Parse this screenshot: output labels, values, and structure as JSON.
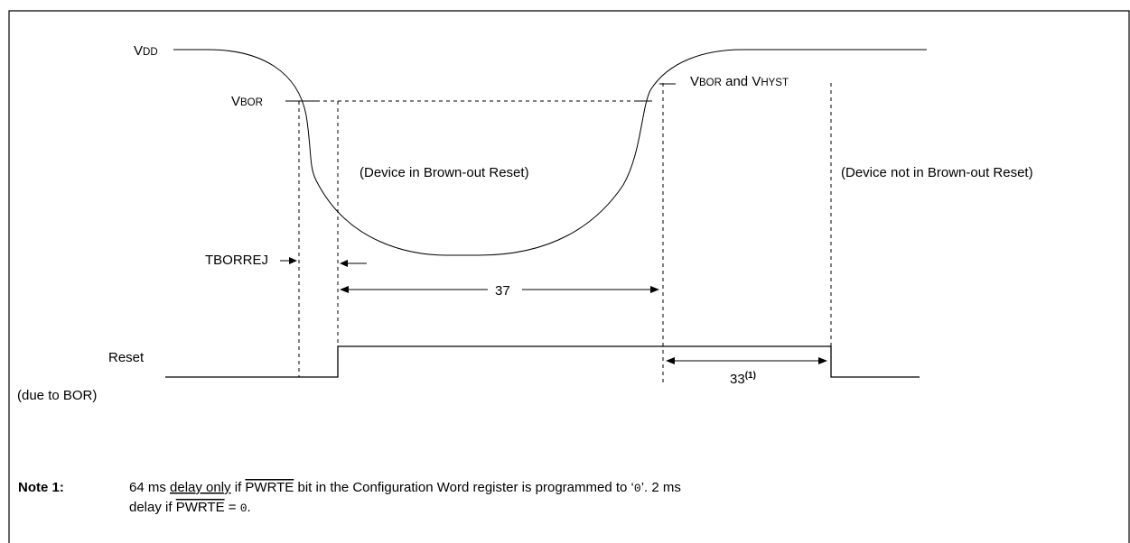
{
  "labels": {
    "vdd_main": "V",
    "vdd_sub": "DD",
    "vbor_main": "V",
    "vbor_sub": "BOR",
    "vbor_hyst_v1": "V",
    "vbor_hyst_sub1": "BOR",
    "vbor_hyst_and": " and ",
    "vbor_hyst_v2": "V",
    "vbor_hyst_sub2": "HYST",
    "device_in_bor": "(Device in Brown-out Reset)",
    "device_not_in_bor": "(Device not in Brown-out Reset)",
    "tborrej": "TBORREJ",
    "interval_37": "37",
    "interval_33": "33",
    "interval_33_note_ref": "(1)",
    "reset": "Reset",
    "due_to_bor": "(due to BOR)"
  },
  "note": {
    "label": "Note 1:",
    "line1_a": "64 ms ",
    "line1_b": "delay only",
    "line1_c": " if ",
    "line1_pwrte": "PWRTE",
    "line1_d": " bit in the Configuration Word register is programmed to ‘",
    "line1_zero": "0",
    "line1_e": "’. 2 ms",
    "line2_a": "delay if ",
    "line2_pwrte": "PWRTE",
    "line2_b": " = ",
    "line2_zero": "0",
    "line2_c": "."
  }
}
